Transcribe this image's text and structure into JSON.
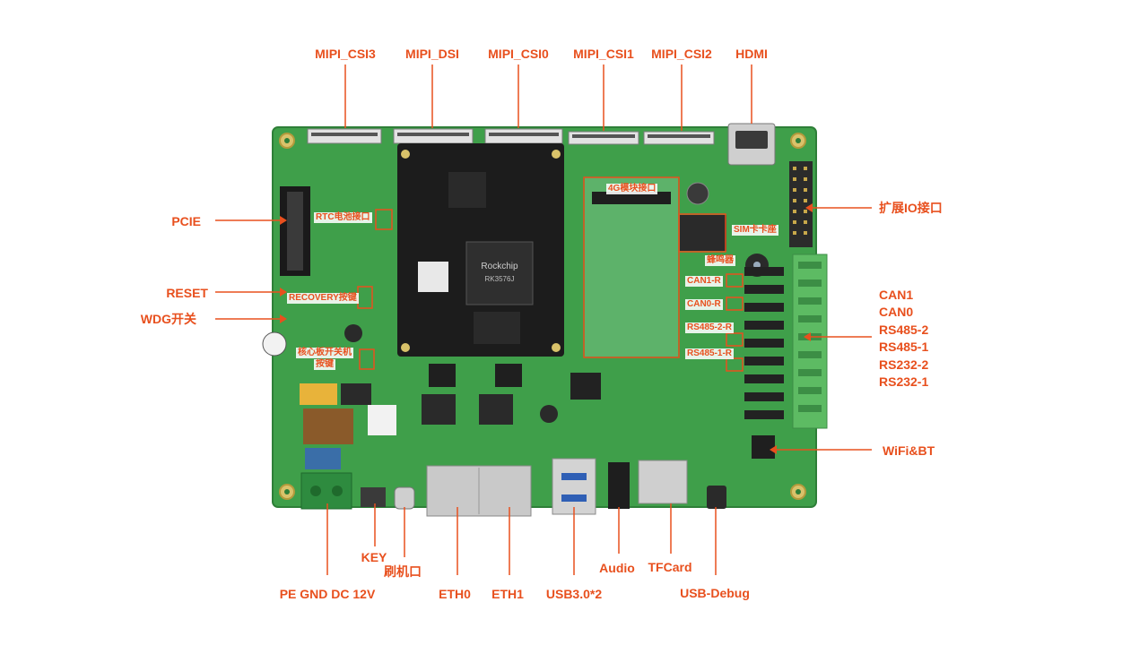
{
  "colors": {
    "accent": "#e8501e",
    "pcb": "#3f9f4a",
    "pcb_dark": "#2e7f38",
    "terminal": "#5dbb63",
    "silver": "#c9c9c9",
    "som": "#1c1c1c"
  },
  "top_labels": [
    "MIPI_CSI3",
    "MIPI_DSI",
    "MIPI_CSI0",
    "MIPI_CSI1",
    "MIPI_CSI2",
    "HDMI"
  ],
  "left_labels": {
    "pcie": "PCIE",
    "reset": "RESET",
    "wdg": "WDG开关"
  },
  "right_labels": {
    "expansion_io": "扩展IO接口",
    "wifi_bt": "WiFi&BT"
  },
  "right_stack": [
    "CAN1",
    "CAN0",
    "RS485-2",
    "RS485-1",
    "RS232-2",
    "RS232-1"
  ],
  "bottom_labels": {
    "power": "PE GND DC 12V",
    "key": "KEY",
    "flash_port": "刷机口",
    "eth0": "ETH0",
    "eth1": "ETH1",
    "usb3": "USB3.0*2",
    "audio": "Audio",
    "tfcard": "TFCard",
    "usb_debug": "USB-Debug"
  },
  "board_labels": {
    "rtc": "RTC电池接口",
    "recovery": "RECOVERY按键",
    "core_switch_1": "核心板开关机",
    "core_switch_2": "按键",
    "module_4g": "4G模块接口",
    "sim": "SIM卡卡座",
    "buzzer": "蜂鸣器",
    "can1_r": "CAN1-R",
    "can0_r": "CAN0-R",
    "rs485_2_r": "RS485-2-R",
    "rs485_1_r": "RS485-1-R"
  },
  "chip_markings": {
    "brand": "Rockchip",
    "model": "RK3576J"
  }
}
